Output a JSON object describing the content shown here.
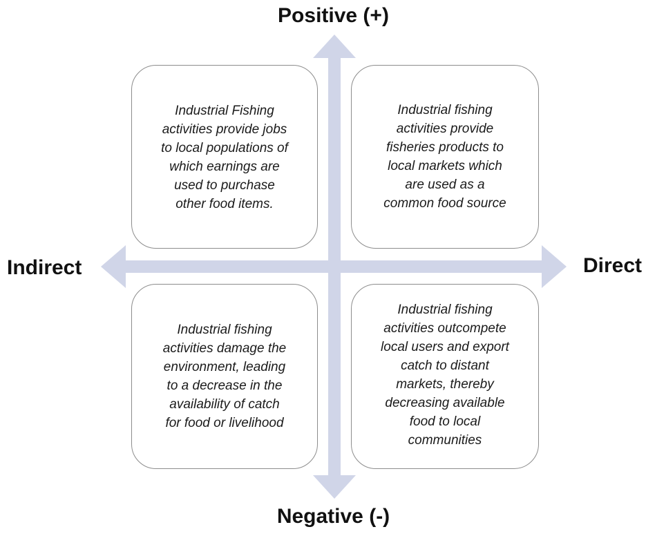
{
  "axes": {
    "top_label": "Positive (+)",
    "bottom_label": "Negative (-)",
    "left_label": "Indirect",
    "right_label": "Direct",
    "arrow_color": "#d0d5e8"
  },
  "quadrants": {
    "top_left": {
      "lines": [
        "Industrial Fishing",
        "activities provide jobs",
        "to local populations of",
        "which earnings are",
        "used to purchase",
        "other food items."
      ]
    },
    "top_right": {
      "lines": [
        "Industrial fishing",
        "activities provide",
        "fisheries products to",
        "local markets which",
        "are used as a",
        "common food source"
      ]
    },
    "bottom_left": {
      "lines": [
        "Industrial fishing",
        "activities damage the",
        "environment, leading",
        "to a decrease in the",
        "availability of catch",
        "for food or livelihood"
      ]
    },
    "bottom_right": {
      "lines": [
        "Industrial fishing",
        "activities outcompete",
        "local users and export",
        "catch to distant",
        "markets, thereby",
        "decreasing available",
        "food to local",
        "communities"
      ]
    }
  },
  "colors": {
    "box_border": "#8c8c8c",
    "text": "#1a1a1a"
  }
}
